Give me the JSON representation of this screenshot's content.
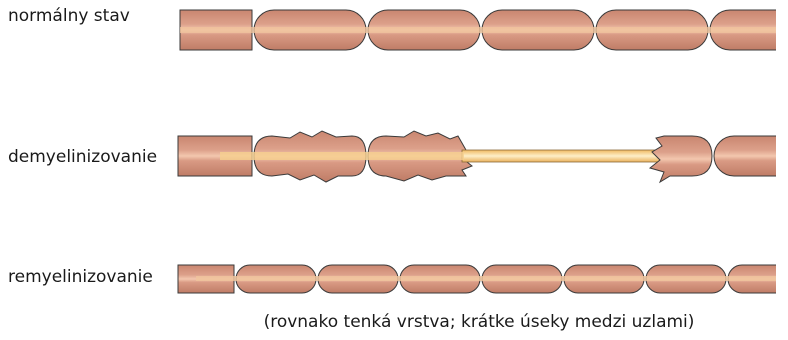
{
  "labels": {
    "normal": "normálny stav",
    "demyelinated": "demyelinizovanie",
    "remyelinated": "remyelinizovanie"
  },
  "caption": "(rovnako tenká vrstva; krátke úseky medzi uzlami)",
  "colors": {
    "myelin": "#d4907a",
    "myelin_stroke": "#3a3a3a",
    "myelin_highlight": "#f2c0a8",
    "axon": "#f6cf8f",
    "axon_bright": "#fdebc2",
    "text": "#1a1a1a"
  }
}
